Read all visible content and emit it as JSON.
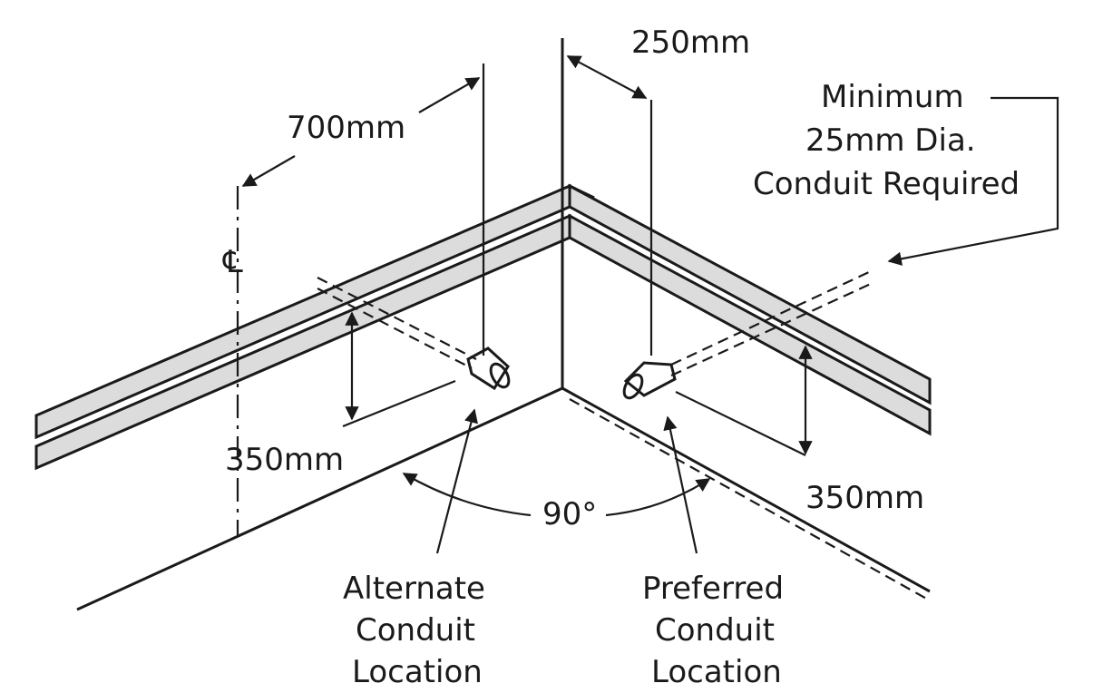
{
  "labels": {
    "dim_250": "250mm",
    "dim_700": "700mm",
    "dim_350_left": "350mm",
    "dim_350_right": "350mm",
    "angle": "90°",
    "centerline": "℄",
    "conduit_note": [
      "Minimum",
      "25mm Dia.",
      "Conduit Required"
    ],
    "alternate": [
      "Alternate",
      "Conduit",
      "Location"
    ],
    "preferred": [
      "Preferred",
      "Conduit",
      "Location"
    ]
  }
}
